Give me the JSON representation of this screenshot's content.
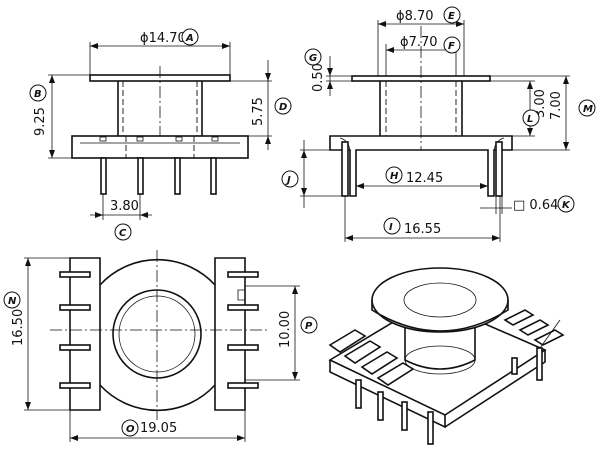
{
  "dimensions": {
    "A": {
      "label": "A",
      "value": "ϕ14.70"
    },
    "B": {
      "label": "B",
      "value": "9.25"
    },
    "C": {
      "label": "C",
      "value": "3.80"
    },
    "D": {
      "label": "D",
      "value": "5.75"
    },
    "E": {
      "label": "E",
      "value": "ϕ8.70"
    },
    "F": {
      "label": "F",
      "value": "ϕ7.70"
    },
    "G": {
      "label": "G",
      "value": "0.50"
    },
    "H": {
      "label": "H",
      "value": "12.45"
    },
    "I": {
      "label": "I",
      "value": "16.55"
    },
    "J": {
      "label": "J",
      "value": ""
    },
    "K": {
      "label": "K",
      "value": "□ 0.64"
    },
    "L": {
      "label": "L",
      "value": "3.00"
    },
    "M": {
      "label": "M",
      "value": "7.00"
    },
    "N": {
      "label": "N",
      "value": "16.50"
    },
    "O": {
      "label": "O",
      "value": "19.05"
    },
    "P": {
      "label": "P",
      "value": "10.00"
    }
  }
}
